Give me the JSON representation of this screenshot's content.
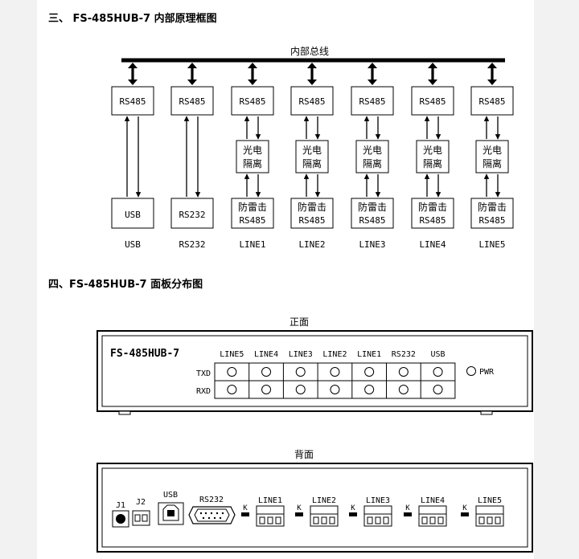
{
  "section3": {
    "title": "三、 FS-485HUB-7 内部原理框图"
  },
  "block_diagram": {
    "bus_label": "内部总线",
    "columns": [
      {
        "top": "RS485",
        "mid": [
          "光电",
          "隔离"
        ],
        "bottom": [
          "防雷击",
          "RS485"
        ],
        "label": "LINE5"
      },
      {
        "top": "RS485",
        "mid": [
          "光电",
          "隔离"
        ],
        "bottom": [
          "防雷击",
          "RS485"
        ],
        "label": "LINE4"
      },
      {
        "top": "RS485",
        "mid": [
          "光电",
          "隔离"
        ],
        "bottom": [
          "防雷击",
          "RS485"
        ],
        "label": "LINE3"
      },
      {
        "top": "RS485",
        "mid": [
          "光电",
          "隔离"
        ],
        "bottom": [
          "防雷击",
          "RS485"
        ],
        "label": "LINE2"
      },
      {
        "top": "RS485",
        "mid": [
          "光电",
          "隔离"
        ],
        "bottom": [
          "防雷击",
          "RS485"
        ],
        "label": "LINE1"
      },
      {
        "top": "RS485",
        "mid": null,
        "bottom": [
          "RS232"
        ],
        "label": "RS232"
      },
      {
        "top": "RS485",
        "mid": null,
        "bottom": [
          "USB"
        ],
        "label": "USB"
      }
    ]
  },
  "section4": {
    "title": "四、FS-485HUB-7 面板分布图"
  },
  "front_panel": {
    "caption": "正面",
    "model": "FS-485HUB-7",
    "ports": [
      "LINE5",
      "LINE4",
      "LINE3",
      "LINE2",
      "LINE1",
      "RS232",
      "USB"
    ],
    "row_labels": [
      "TXD",
      "RXD"
    ],
    "pwr_label": "PWR"
  },
  "back_panel": {
    "caption": "背面",
    "j1_label": "J1",
    "j2_label": "J2",
    "usb_label": "USB",
    "rs232_label": "RS232",
    "k_label": "K",
    "lines": [
      "LINE1",
      "LINE2",
      "LINE3",
      "LINE4",
      "LINE5"
    ]
  }
}
